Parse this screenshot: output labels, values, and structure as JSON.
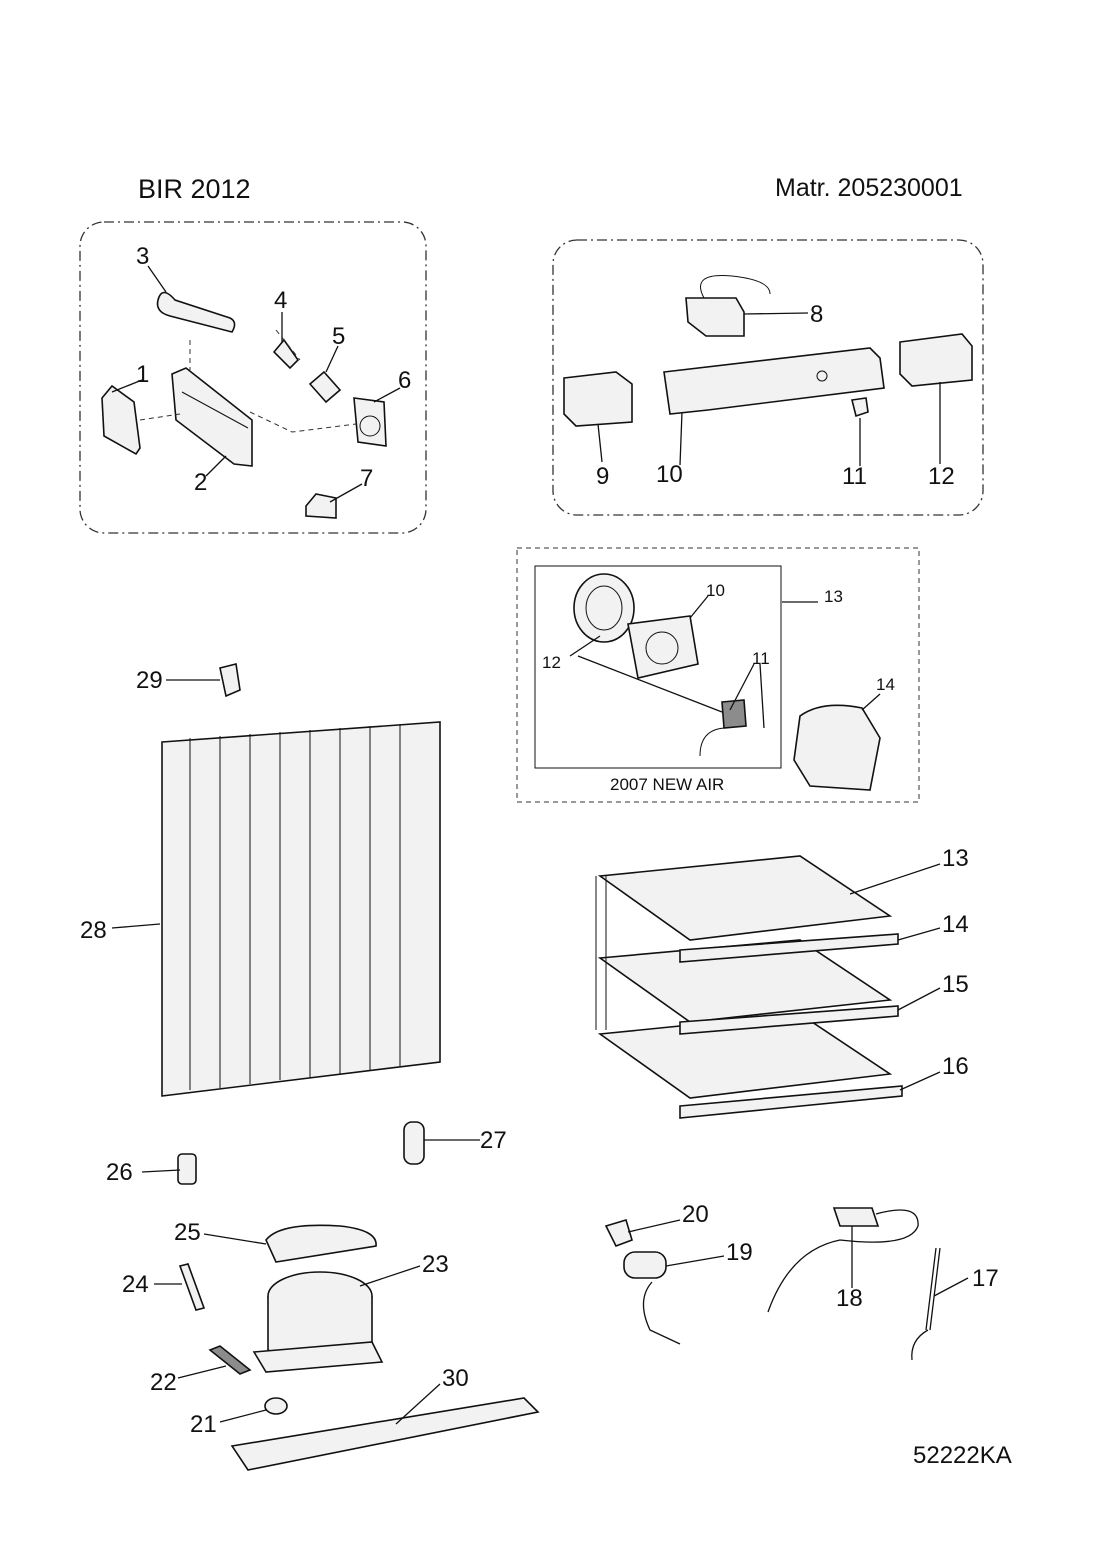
{
  "header": {
    "model": "BIR 2012",
    "material": "Matr. 205230001"
  },
  "footer": {
    "code": "52222KA"
  },
  "inset": {
    "caption": "2007  NEW AIR"
  },
  "callouts": {
    "c1": "1",
    "c2": "2",
    "c3": "3",
    "c4": "4",
    "c5": "5",
    "c6": "6",
    "c7": "7",
    "c8": "8",
    "c9": "9",
    "c10": "10",
    "c11": "11",
    "c12": "12",
    "i10": "10",
    "i11": "11",
    "i12": "12",
    "i13": "13",
    "i14": "14",
    "c13": "13",
    "c14": "14",
    "c15": "15",
    "c16": "16",
    "c17": "17",
    "c18": "18",
    "c19": "19",
    "c20": "20",
    "c21": "21",
    "c22": "22",
    "c23": "23",
    "c24": "24",
    "c25": "25",
    "c26": "26",
    "c27": "27",
    "c28": "28",
    "c29": "29",
    "c30": "30"
  }
}
